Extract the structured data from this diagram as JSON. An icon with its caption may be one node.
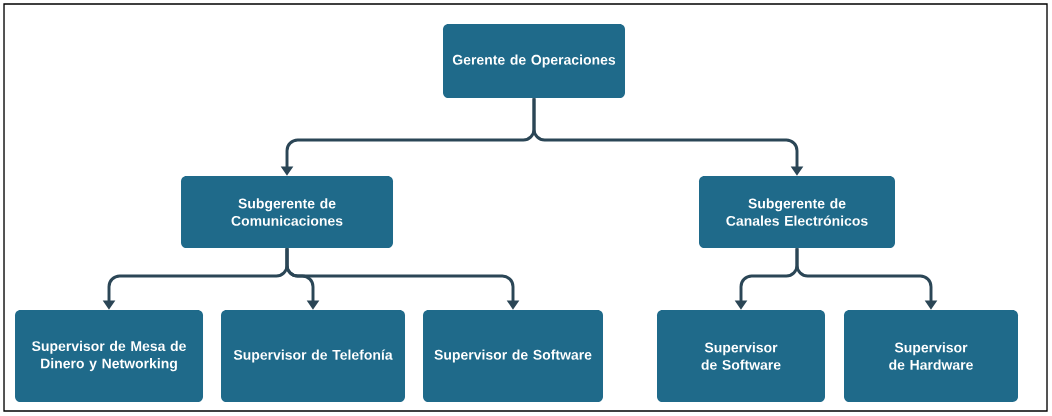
{
  "diagram": {
    "nodes": [
      {
        "text": [
          "Gerente de Operaciones"
        ]
      },
      {
        "text": [
          "Subgerente de Comunicaciones"
        ]
      },
      {
        "text": [
          "Subgerente de Canales Electrónicos"
        ]
      },
      {
        "text": [
          "Supervisor de Mesa de Dinero y Networking"
        ]
      },
      {
        "text": [
          "Supervisor de Telefonía"
        ]
      },
      {
        "text": [
          "Supervisor de Software"
        ]
      },
      {
        "text": [
          "Supervisor de Software"
        ]
      },
      {
        "text": [
          "Supervisor de Hardware"
        ]
      }
    ],
    "edges": [
      {
        "from": 0,
        "to": 1,
        "arrow": "to"
      },
      {
        "from": 0,
        "to": 2,
        "arrow": "to"
      },
      {
        "from": 1,
        "to": 3,
        "arrow": "to"
      },
      {
        "from": 1,
        "to": 4,
        "arrow": "to"
      },
      {
        "from": 1,
        "to": 5,
        "arrow": "to"
      },
      {
        "from": 2,
        "to": 6,
        "arrow": "to"
      },
      {
        "from": 2,
        "to": 7,
        "arrow": "to"
      }
    ]
  }
}
